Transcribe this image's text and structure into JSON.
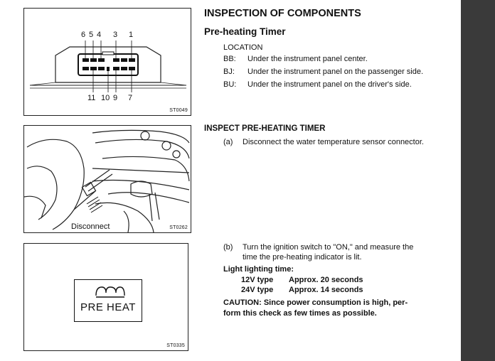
{
  "page": {
    "title": "INSPECTION OF COMPONENTS",
    "subtitle": "Pre-heating Timer",
    "location_heading": "LOCATION",
    "locations": [
      {
        "code": "BB:",
        "text": "Under the instrument panel center."
      },
      {
        "code": "BJ:",
        "text": "Under the instrument panel on the passenger side."
      },
      {
        "code": "BU:",
        "text": "Under the instrument panel on the driver's side."
      }
    ],
    "inspect_heading": "INSPECT PRE-HEATING TIMER",
    "step_a": {
      "tag": "(a)",
      "text": "Disconnect the water temperature sensor connector."
    },
    "step_b": {
      "tag": "(b)",
      "line1": "Turn the ignition switch to \"ON,\" and measure the",
      "line2": "time the pre-heating indicator is lit."
    },
    "light_heading": "Light lighting time:",
    "light_rows": [
      {
        "type": "12V type",
        "value": "Approx. 20 seconds"
      },
      {
        "type": "24V type",
        "value": "Approx. 14 seconds"
      }
    ],
    "caution_line1": "CAUTION:  Since power consumption is high, per-",
    "caution_line2": "form this check as few times as possible."
  },
  "figures": {
    "connector": {
      "code": "ST0049",
      "top_pins": {
        "p6": "6",
        "p5": "5",
        "p4": "4",
        "p3": "3",
        "p1": "1"
      },
      "bottom_pins": {
        "p11": "11",
        "p10": "10",
        "p9": "9",
        "p7": "7"
      }
    },
    "engine": {
      "code": "ST0262",
      "label": "Disconnect"
    },
    "indicator": {
      "code": "ST0335",
      "label": "PRE HEAT",
      "glyph": "ꝏ"
    }
  }
}
